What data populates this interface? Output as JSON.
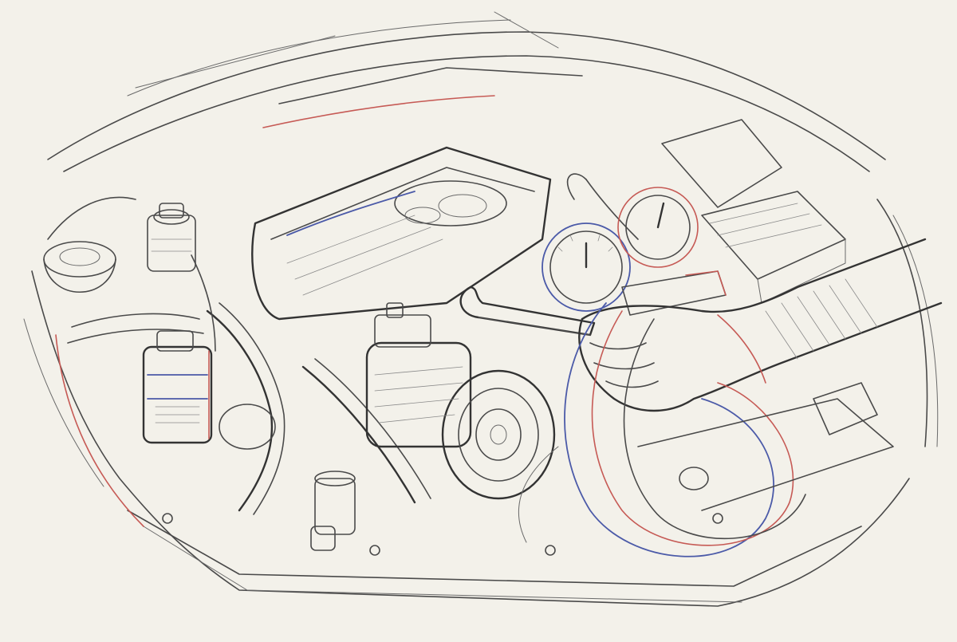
{
  "scene": {
    "background": "#f3f1ea",
    "pencil": "#4a4a4a",
    "accent_red": "#c65a55",
    "accent_blue": "#4b5aa8"
  },
  "gauges": [
    {
      "name": "low-side-gauge",
      "ring": "blue"
    },
    {
      "name": "high-side-gauge",
      "ring": "red"
    }
  ]
}
